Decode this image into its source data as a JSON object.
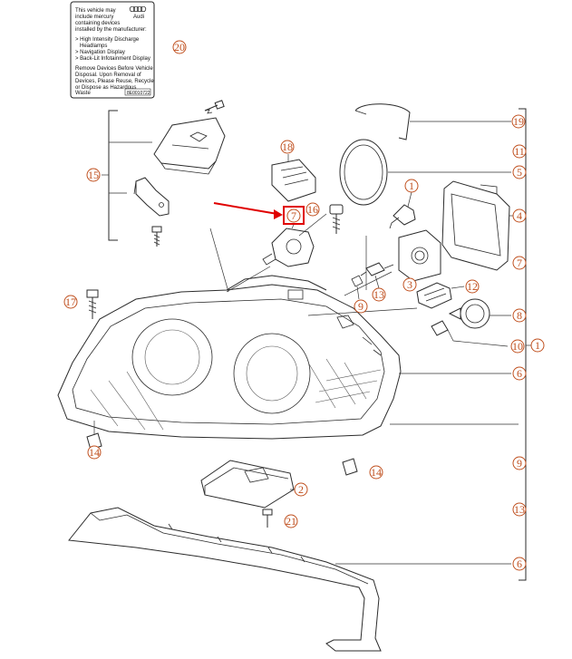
{
  "warning_label": {
    "lines_top": [
      "This vehicle may",
      "include mercury",
      "containing devices",
      "installed by the manufacturer:"
    ],
    "brand": "Audi",
    "items": [
      "> High Intensity Discharge",
      "   Headlamps",
      "> Navigation Display",
      "> Back-Lit Infotainment Display"
    ],
    "lines_bottom": [
      "Remove Devices Before Vehicle",
      "Disposal. Upon Removal of",
      "Devices, Please Reuse, Recycle",
      "or Dispose as Hazardous",
      "Waste"
    ],
    "code": "8E0010722"
  },
  "callouts": [
    "20",
    "19",
    "18",
    "1",
    "5",
    "16",
    "7",
    "4",
    "15",
    "11",
    "7",
    "17",
    "12",
    "3",
    "8",
    "9",
    "13",
    "10",
    "1",
    "6",
    "14",
    "14",
    "2",
    "9",
    "21",
    "13",
    "6"
  ],
  "highlight": {
    "label": "7",
    "color": "#e00000"
  }
}
